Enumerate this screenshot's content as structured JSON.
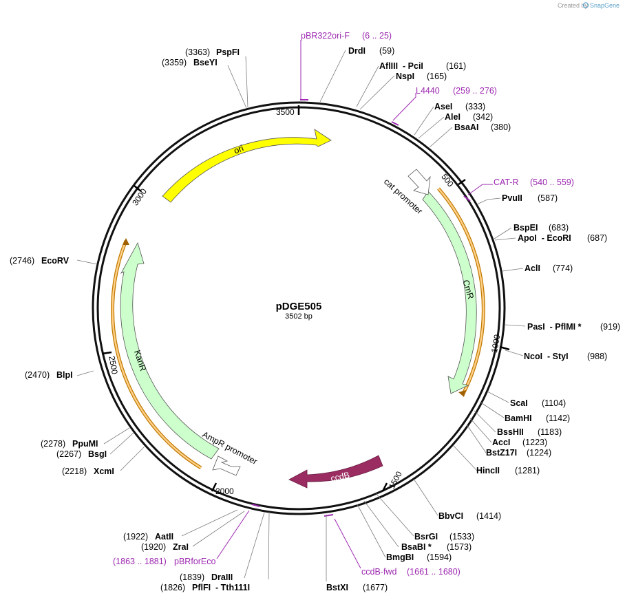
{
  "plasmid": {
    "name": "pDGE505",
    "length_label": "3502 bp",
    "length": 3502
  },
  "credit": {
    "prefix": "Created by",
    "brand": "SnapGene"
  },
  "ticks": [
    "500",
    "1000",
    "1500",
    "2000",
    "2500",
    "3000",
    "3500"
  ],
  "features": [
    {
      "name": "ori",
      "color": "#ffff00"
    },
    {
      "name": "CmR",
      "color": "#ccffcc"
    },
    {
      "name": "cat promoter",
      "color": "#ffffff"
    },
    {
      "name": "ccdB",
      "color": "#9b2c62"
    },
    {
      "name": "KanR",
      "color": "#ccffcc"
    },
    {
      "name": "AmpR promoter",
      "color": "#ffffff"
    }
  ],
  "primers": [
    {
      "name": "pBR322ori-F",
      "range": "(6 .. 25)"
    },
    {
      "name": "L4440",
      "range": "(259 .. 276)"
    },
    {
      "name": "CAT-R",
      "range": "(540 .. 559)"
    },
    {
      "name": "ccdB-fwd",
      "range": "(1661 .. 1680)"
    },
    {
      "name": "pBRforEco",
      "range": "(1863 .. 1881)"
    }
  ],
  "sites": [
    {
      "name": "PspFI",
      "pos": "(3363)"
    },
    {
      "name": "BseYI",
      "pos": "(3359)"
    },
    {
      "name": "DrdI",
      "pos": "(59)"
    },
    {
      "name": "AflIII  - PciI",
      "pos": "(161)"
    },
    {
      "name": "NspI",
      "pos": "(165)"
    },
    {
      "name": "AseI",
      "pos": "(333)"
    },
    {
      "name": "AleI",
      "pos": "(342)"
    },
    {
      "name": "BsaAI",
      "pos": "(380)"
    },
    {
      "name": "PvuII",
      "pos": "(587)"
    },
    {
      "name": "BspEI",
      "pos": "(683)"
    },
    {
      "name": "ApoI  - EcoRI",
      "pos": "(687)"
    },
    {
      "name": "AclI",
      "pos": "(774)"
    },
    {
      "name": "PasI  - PflMI *",
      "pos": "(919)"
    },
    {
      "name": "NcoI  - StyI",
      "pos": "(988)"
    },
    {
      "name": "ScaI",
      "pos": "(1104)"
    },
    {
      "name": "BamHI",
      "pos": "(1142)"
    },
    {
      "name": "BssHII",
      "pos": "(1183)"
    },
    {
      "name": "AccI",
      "pos": "(1223)"
    },
    {
      "name": "BstZ17I",
      "pos": "(1224)"
    },
    {
      "name": "HincII",
      "pos": "(1281)"
    },
    {
      "name": "BbvCI",
      "pos": "(1414)"
    },
    {
      "name": "BsrGI",
      "pos": "(1533)"
    },
    {
      "name": "BsaBI *",
      "pos": "(1573)"
    },
    {
      "name": "BmgBI",
      "pos": "(1594)"
    },
    {
      "name": "BstXI",
      "pos": "(1677)"
    },
    {
      "name": "PflFI  - Tth111I",
      "pos": "(1826)"
    },
    {
      "name": "DraIII",
      "pos": "(1839)"
    },
    {
      "name": "ZraI",
      "pos": "(1920)"
    },
    {
      "name": "AatII",
      "pos": "(1922)"
    },
    {
      "name": "XcmI",
      "pos": "(2218)"
    },
    {
      "name": "BsgI",
      "pos": "(2267)"
    },
    {
      "name": "PpuMI",
      "pos": "(2278)"
    },
    {
      "name": "BlpI",
      "pos": "(2470)"
    },
    {
      "name": "EcoRV",
      "pos": "(2746)"
    }
  ]
}
